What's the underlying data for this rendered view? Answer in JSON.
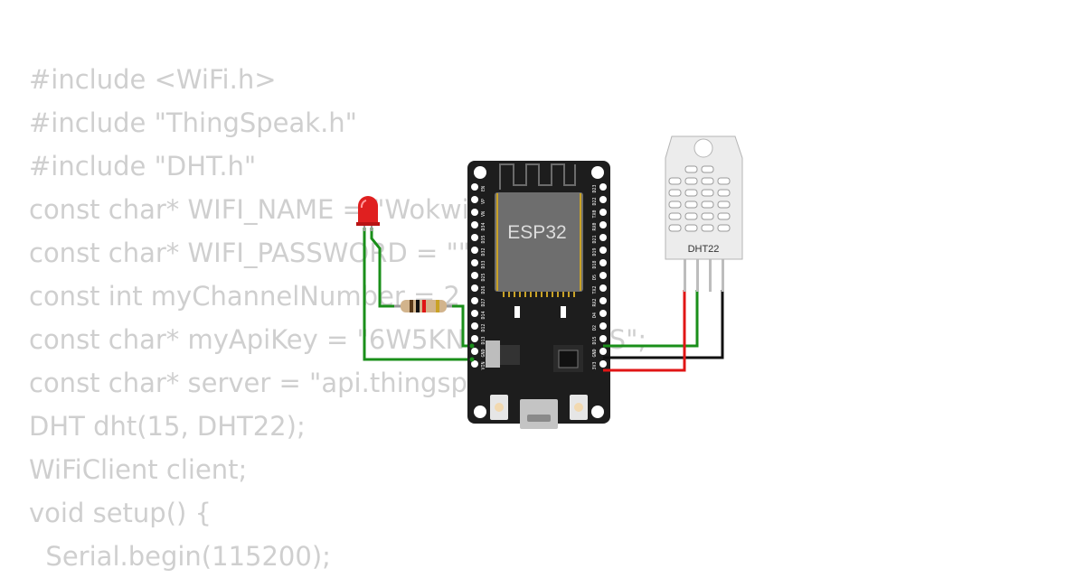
{
  "code_lines": [
    "#include <WiFi.h>",
    "#include \"ThingSpeak.h\"",
    "#include \"DHT.h\"",
    "const char* WIFI_NAME = \"Wokwi-GUEST\";",
    "const char* WIFI_PASSWORD = \"\";",
    "const int myChannelNumber = 2",
    "const char* myApiKey = \"6W5KN          SCWS\";",
    "const char* server = \"api.thingspeak.com\";",
    "DHT dht(15, DHT22);",
    "WiFiClient client;",
    "void setup() {",
    "  Serial.begin(115200);"
  ],
  "components": {
    "mcu": {
      "label": "ESP32"
    },
    "sensor": {
      "label": "DHT22"
    }
  },
  "esp32_pins": {
    "left": [
      "EN",
      "VP",
      "VN",
      "D34",
      "D35",
      "D32",
      "D33",
      "D25",
      "D26",
      "D27",
      "D14",
      "D12",
      "D13",
      "GND",
      "VIN"
    ],
    "right": [
      "D23",
      "D22",
      "TX0",
      "RX0",
      "D21",
      "D19",
      "D18",
      "D5",
      "TX2",
      "RX2",
      "D4",
      "D2",
      "D15",
      "GND",
      "3V3"
    ]
  },
  "colors": {
    "wire_green": "#1a8f1a",
    "wire_red": "#e01515",
    "wire_black": "#111111",
    "board": "#1d1d1d",
    "code_text": "#cfcfcf"
  }
}
